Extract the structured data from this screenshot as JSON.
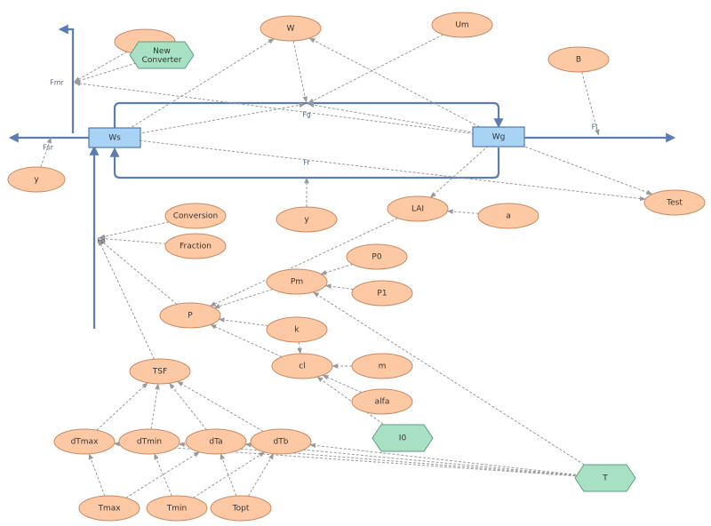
{
  "stocks": [
    {
      "id": "ws",
      "label": "Ws"
    },
    {
      "id": "wg",
      "label": "Wg"
    }
  ],
  "variables": [
    {
      "id": "w",
      "label": "W"
    },
    {
      "id": "um",
      "label": "Um"
    },
    {
      "id": "b",
      "label": "B"
    },
    {
      "id": "y1",
      "label": "y"
    },
    {
      "id": "y2",
      "label": "y"
    },
    {
      "id": "test",
      "label": "Test"
    },
    {
      "id": "lai",
      "label": "LAI"
    },
    {
      "id": "a",
      "label": "a"
    },
    {
      "id": "conversion",
      "label": "Conversion"
    },
    {
      "id": "fraction",
      "label": "Fraction"
    },
    {
      "id": "p0",
      "label": "P0"
    },
    {
      "id": "pm",
      "label": "Pm"
    },
    {
      "id": "p1",
      "label": "P1"
    },
    {
      "id": "p",
      "label": "P"
    },
    {
      "id": "k",
      "label": "k"
    },
    {
      "id": "cl",
      "label": "cl"
    },
    {
      "id": "m",
      "label": "m"
    },
    {
      "id": "alfa",
      "label": "alfa"
    },
    {
      "id": "tsf",
      "label": "TSF"
    },
    {
      "id": "dtmax",
      "label": "dTmax"
    },
    {
      "id": "dtmin",
      "label": "dTmin"
    },
    {
      "id": "dta",
      "label": "dTa"
    },
    {
      "id": "dtb",
      "label": "dTb"
    },
    {
      "id": "tmax",
      "label": "Tmax"
    },
    {
      "id": "tmin",
      "label": "Tmin"
    },
    {
      "id": "topt",
      "label": "Topt"
    },
    {
      "id": "hidden",
      "label": ""
    }
  ],
  "converters": [
    {
      "id": "newconv",
      "label": "New\nConverter"
    },
    {
      "id": "i0",
      "label": "I0"
    },
    {
      "id": "t",
      "label": "T"
    }
  ],
  "flows": [
    {
      "id": "fmr",
      "label": "Fmr"
    },
    {
      "id": "fsr",
      "label": "Fsr"
    },
    {
      "id": "fg",
      "label": "Fg"
    },
    {
      "id": "fr",
      "label": "Fr"
    },
    {
      "id": "fl",
      "label": "Fl"
    },
    {
      "id": "fp",
      "label": "Fp"
    }
  ],
  "links": [
    [
      "hidden",
      "fmr"
    ],
    [
      "newconv",
      "fmr"
    ],
    [
      "wg",
      "fmr"
    ],
    [
      "ws",
      "w"
    ],
    [
      "w",
      "fg"
    ],
    [
      "um",
      "fg"
    ],
    [
      "ws",
      "fg"
    ],
    [
      "wg",
      "w"
    ],
    [
      "wg",
      "fg"
    ],
    [
      "b",
      "fl"
    ],
    [
      "y1",
      "fsr"
    ],
    [
      "y2",
      "fr"
    ],
    [
      "ws",
      "test"
    ],
    [
      "wg",
      "test"
    ],
    [
      "wg",
      "lai"
    ],
    [
      "a",
      "lai"
    ],
    [
      "conversion",
      "fp"
    ],
    [
      "fraction",
      "fp"
    ],
    [
      "p",
      "fp"
    ],
    [
      "tsf",
      "fp"
    ],
    [
      "lai",
      "p"
    ],
    [
      "p0",
      "pm"
    ],
    [
      "p1",
      "pm"
    ],
    [
      "pm",
      "p"
    ],
    [
      "k",
      "p"
    ],
    [
      "cl",
      "p"
    ],
    [
      "k",
      "cl"
    ],
    [
      "m",
      "cl"
    ],
    [
      "alfa",
      "cl"
    ],
    [
      "i0",
      "cl"
    ],
    [
      "t",
      "pm"
    ],
    [
      "dtmax",
      "tsf"
    ],
    [
      "dtmin",
      "tsf"
    ],
    [
      "dta",
      "tsf"
    ],
    [
      "dtb",
      "tsf"
    ],
    [
      "tmax",
      "dtmax"
    ],
    [
      "tmax",
      "dta"
    ],
    [
      "tmin",
      "dtmin"
    ],
    [
      "tmin",
      "dtb"
    ],
    [
      "topt",
      "dta"
    ],
    [
      "topt",
      "dtb"
    ],
    [
      "t",
      "dtmax"
    ],
    [
      "t",
      "dtmin"
    ],
    [
      "t",
      "dta"
    ],
    [
      "t",
      "dtb"
    ]
  ]
}
